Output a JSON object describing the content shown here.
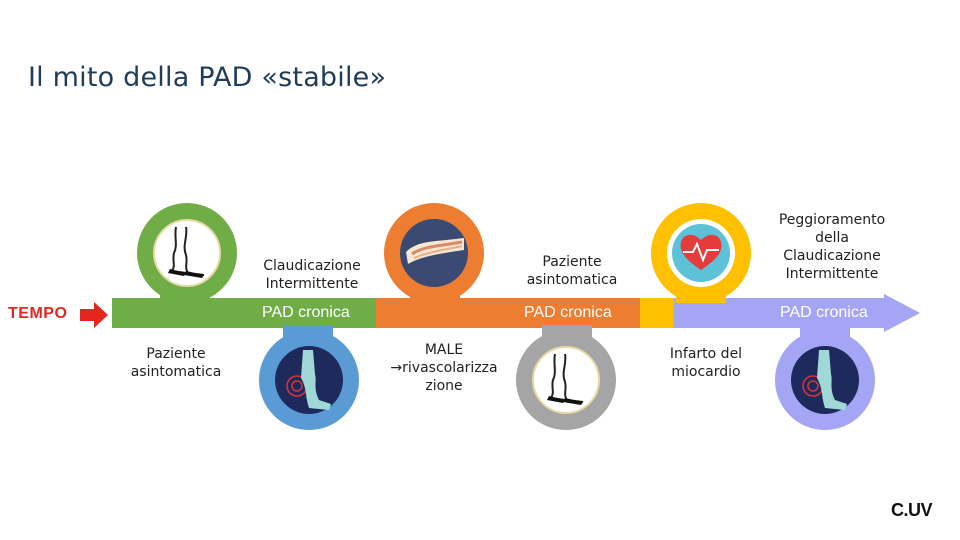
{
  "slide": {
    "title": "Il mito della PAD «stabile»"
  },
  "timeline": {
    "tempo_label": "TEMPO",
    "segments": [
      {
        "label": "PAD cronica",
        "color": "#70ad47"
      },
      {
        "label": "PAD cronica",
        "color": "#ed7d31"
      },
      {
        "label": "PAD cronica",
        "color": "#a5a5f5"
      }
    ]
  },
  "stages": {
    "claudicazione": [
      "Claudicazione",
      "Intermittente"
    ],
    "paziente_top": [
      "Paziente",
      "asintomatica"
    ],
    "peggioramento": [
      "Peggioramento",
      "della",
      "Claudicazione",
      "Intermittente"
    ],
    "paziente_bottom": [
      "Paziente",
      "asintomatica"
    ],
    "male": [
      "MALE",
      "→rivascolarizza",
      "zione"
    ],
    "infarto": [
      "Infarto del",
      "miocardio"
    ]
  },
  "icons": {
    "top": [
      "legs-icon",
      "vessel-icon",
      "heart-icon"
    ],
    "bottom": [
      "leg-pain-icon",
      "legs-icon",
      "leg-pain-icon"
    ]
  },
  "logo": {
    "text": "C.UV"
  },
  "colors": {
    "title": "#1f3c5a",
    "green": "#70ad47",
    "orange": "#ed7d31",
    "yellow": "#ffc000",
    "lavender": "#a5a5f5",
    "blue": "#5b9bd5",
    "gray": "#a5a5a5",
    "tempo": "#e52620"
  }
}
